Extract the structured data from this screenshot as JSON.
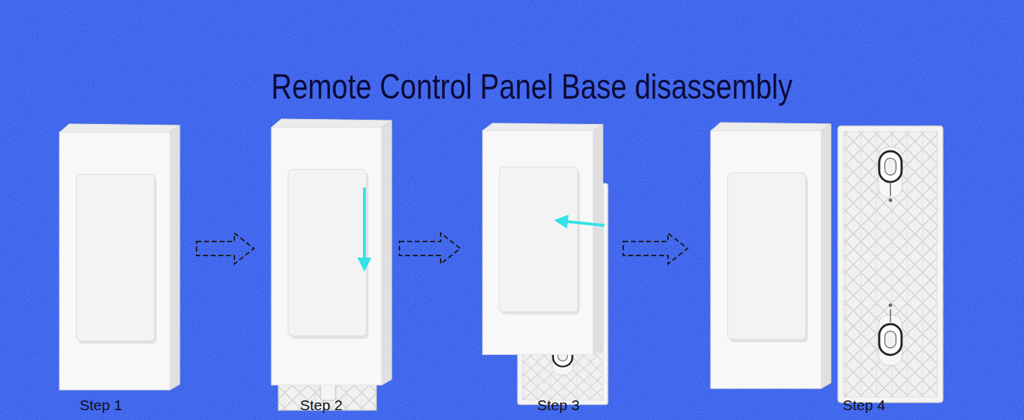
{
  "diagram": {
    "title": "Remote Control Panel Base disassembly",
    "nodes": [
      {
        "text": [
          "Step 1"
        ]
      },
      {
        "text": [
          "Step 2"
        ]
      },
      {
        "text": [
          "Step 3"
        ]
      },
      {
        "text": [
          "Step 4"
        ]
      }
    ],
    "edges": [
      {
        "from": 0,
        "to": 1,
        "arrow": "to"
      },
      {
        "from": 1,
        "to": 2,
        "arrow": "to"
      },
      {
        "from": 2,
        "to": 3,
        "arrow": "to"
      }
    ]
  }
}
